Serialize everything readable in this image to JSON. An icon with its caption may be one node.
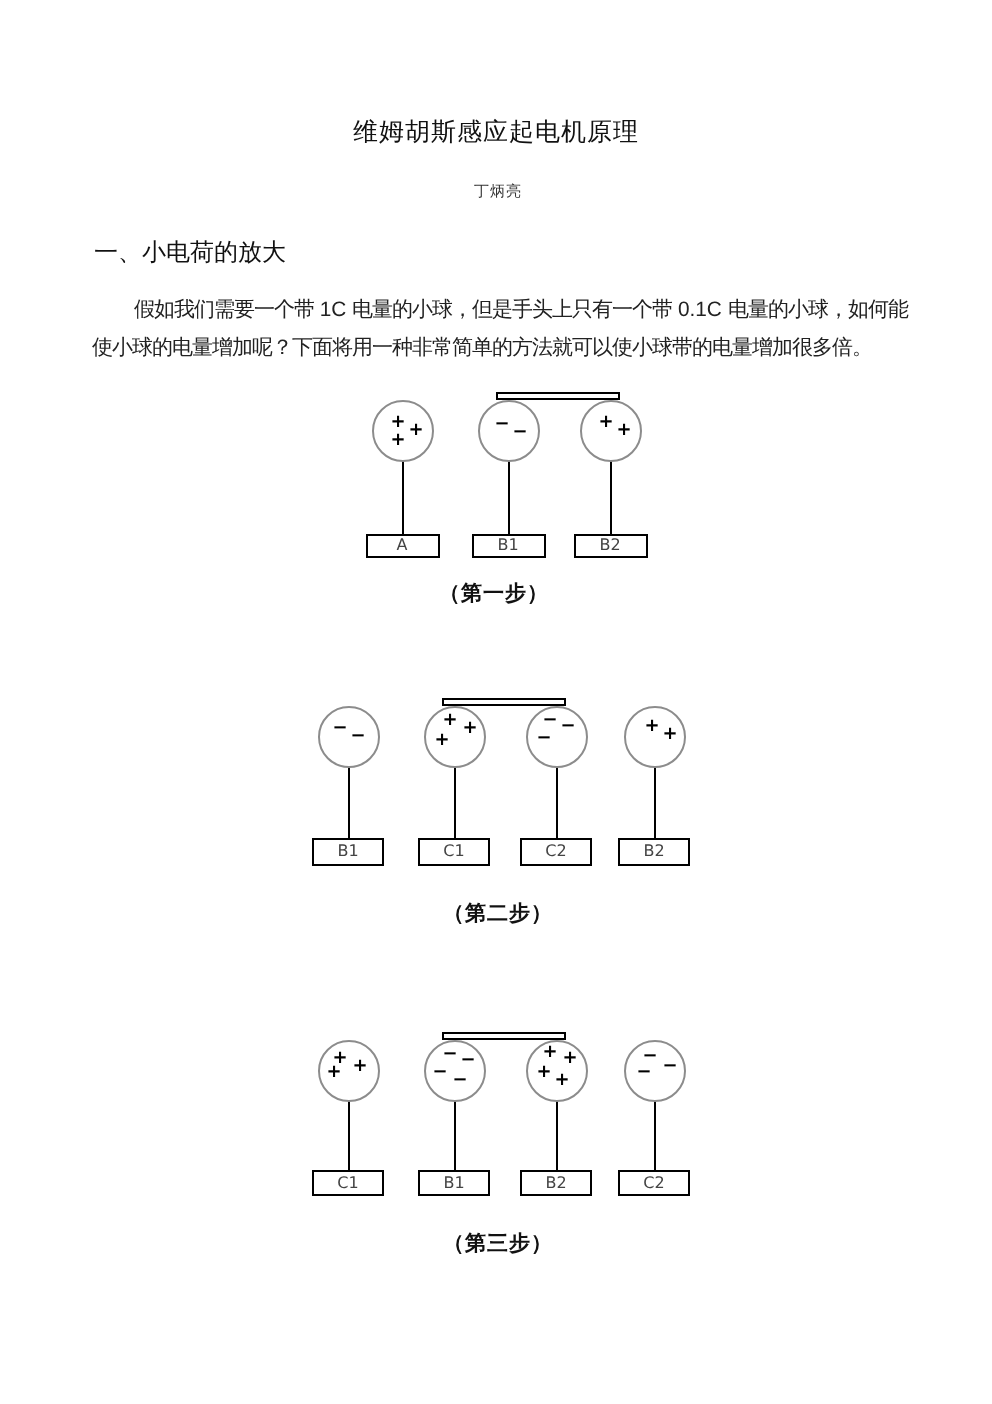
{
  "diagram": {
    "title": "维姆胡斯感应起电机原理",
    "nodes": [
      {
        "text": [],
        "shape": "bar"
      },
      {
        "text": [
          "+",
          "+",
          "+"
        ]
      },
      {
        "text": [
          "−",
          "−"
        ]
      },
      {
        "text": [
          "+",
          "+"
        ]
      },
      {
        "text": [
          "A"
        ]
      },
      {
        "text": [
          "B1"
        ]
      },
      {
        "text": [
          "B2"
        ]
      },
      {
        "text": [],
        "shape": "bar"
      },
      {
        "text": [
          "−",
          "−"
        ]
      },
      {
        "text": [
          "+",
          "+",
          "+"
        ]
      },
      {
        "text": [
          "−",
          "−",
          "−"
        ]
      },
      {
        "text": [
          "+",
          "+"
        ]
      },
      {
        "text": [
          "B1"
        ]
      },
      {
        "text": [
          "C1"
        ]
      },
      {
        "text": [
          "C2"
        ]
      },
      {
        "text": [
          "B2"
        ]
      },
      {
        "text": [],
        "shape": "bar"
      },
      {
        "text": [
          "+",
          "+",
          "+"
        ]
      },
      {
        "text": [
          "−",
          "−",
          "−",
          "−"
        ]
      },
      {
        "text": [
          "+",
          "+",
          "+",
          "+"
        ]
      },
      {
        "text": [
          "−",
          "−",
          "−"
        ]
      },
      {
        "text": [
          "C1"
        ]
      },
      {
        "text": [
          "B1"
        ]
      },
      {
        "text": [
          "B2"
        ]
      },
      {
        "text": [
          "C2"
        ]
      }
    ],
    "edges": [
      {
        "from": 1,
        "to": 4,
        "arrow": "none"
      },
      {
        "from": 2,
        "to": 5,
        "arrow": "none"
      },
      {
        "from": 3,
        "to": 6,
        "arrow": "none"
      },
      {
        "from": 8,
        "to": 12,
        "arrow": "none"
      },
      {
        "from": 9,
        "to": 13,
        "arrow": "none"
      },
      {
        "from": 10,
        "to": 14,
        "arrow": "none"
      },
      {
        "from": 11,
        "to": 15,
        "arrow": "none"
      },
      {
        "from": 17,
        "to": 21,
        "arrow": "none"
      },
      {
        "from": 18,
        "to": 22,
        "arrow": "none"
      },
      {
        "from": 19,
        "to": 23,
        "arrow": "none"
      },
      {
        "from": 20,
        "to": 24,
        "arrow": "none"
      }
    ],
    "labels": [
      "丁炳亮",
      "一、小电荷的放大",
      "假如我们需要一个带 1C 电量的小球，但是手头上只有一个带 0.1C 电量的小球，如何能使小球的电量增加呢？下面将用一种非常简单的方法就可以使小球带的电量增加很多倍。",
      "（第一步）",
      "（第二步）",
      "（第三步）"
    ]
  }
}
